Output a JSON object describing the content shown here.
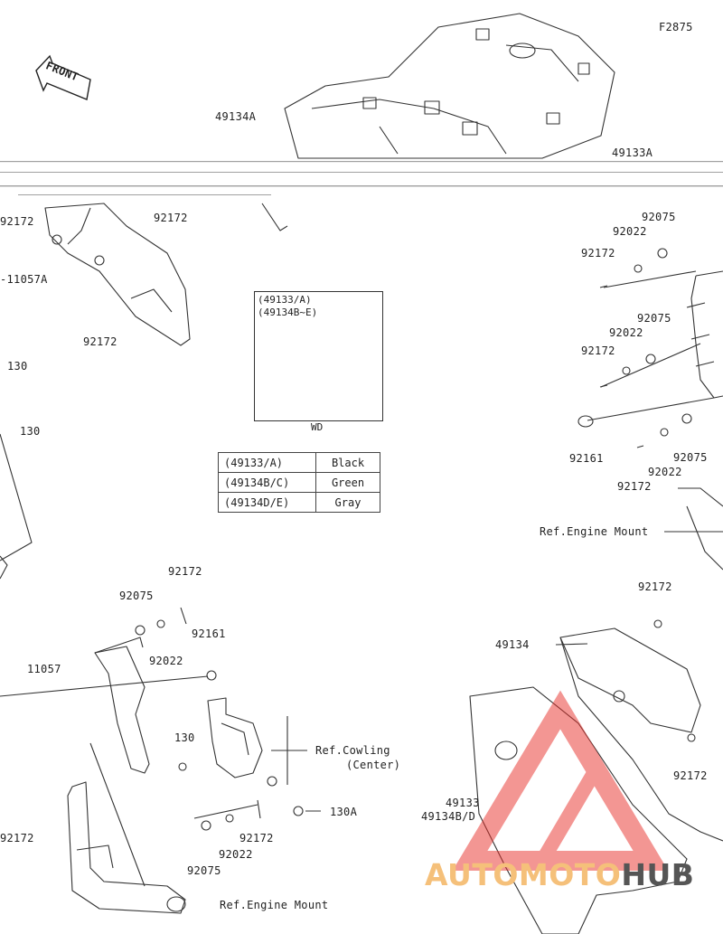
{
  "figure_code": "F2875",
  "front_label": "FRONT",
  "inset": {
    "caption_line1": "(49133/A)",
    "caption_line2": "(49134B~E)",
    "footer": "WD"
  },
  "legend": [
    {
      "code": "(49133/A)",
      "color": "Black"
    },
    {
      "code": "(49134B/C)",
      "color": "Green"
    },
    {
      "code": "(49134D/E)",
      "color": "Gray"
    }
  ],
  "labels": {
    "p49134A": "49134A",
    "p49133A": "49133A",
    "p92172_tl": "92172",
    "p92172_tm": "92172",
    "p11057A": "-11057A",
    "p92172_ml": "92172",
    "p130_a": "130",
    "p130_b": "130",
    "r92075_a": "92075",
    "r92022_a": "92022",
    "r92172_a": "92172",
    "r92075_b": "92075",
    "r92022_b": "92022",
    "r92172_b": "92172",
    "r92161": "92161",
    "r92075_c": "92075",
    "r92022_c": "92022",
    "r92172_c": "92172",
    "ref_engine_mount_r": "Ref.Engine Mount",
    "c92172_top": "92172",
    "c92075": "92075",
    "c92022": "92022",
    "c92161": "92161",
    "c11057": "11057",
    "c130": "130",
    "ref_cowling_1": "Ref.Cowling",
    "ref_cowling_2": "(Center)",
    "c130A": "130A",
    "c92172_low": "92172",
    "c92022_low": "92022",
    "c92075_low": "92075",
    "l92172_bottom": "92172",
    "ref_engine_mount_b": "Ref.Engine Mount",
    "br92172_top": "92172",
    "br49134": "49134",
    "br92172_mid": "92172",
    "br49133": "49133",
    "br49134BD": "49134B/D"
  },
  "watermark": {
    "part1": "AUTOMOTO",
    "part2": "HUB"
  },
  "colors": {
    "line": "#333333",
    "watermark_triangle": "#e8302a",
    "watermark_text_light": "#f5c07a",
    "watermark_text_dark": "#555555"
  }
}
